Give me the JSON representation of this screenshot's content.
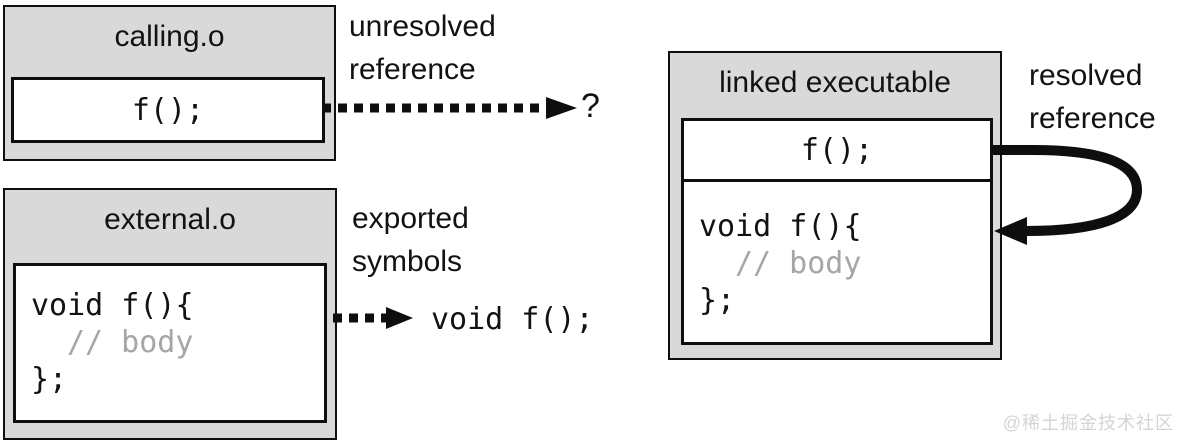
{
  "boxes": {
    "calling": {
      "title": "calling.o",
      "code": "f();"
    },
    "external": {
      "title": "external.o",
      "code": [
        "void f(){",
        "// body",
        "};"
      ]
    },
    "linked": {
      "title": "linked executable",
      "call_code": "f();",
      "def_code": [
        "void f(){",
        "// body",
        "};"
      ]
    }
  },
  "labels": {
    "unresolved": [
      "unresolved",
      "reference"
    ],
    "unresolved_target": "?",
    "exported": [
      "exported",
      "symbols"
    ],
    "exported_symbol": "void f();",
    "resolved": [
      "resolved",
      "reference"
    ]
  },
  "watermark": "@稀土掘金技术社区",
  "colors": {
    "box_fill": "#d9d9d9",
    "line_black": "#0e0e0e",
    "comment_gray": "#a6a6a6",
    "watermark_gray": "#d4d4d4"
  }
}
